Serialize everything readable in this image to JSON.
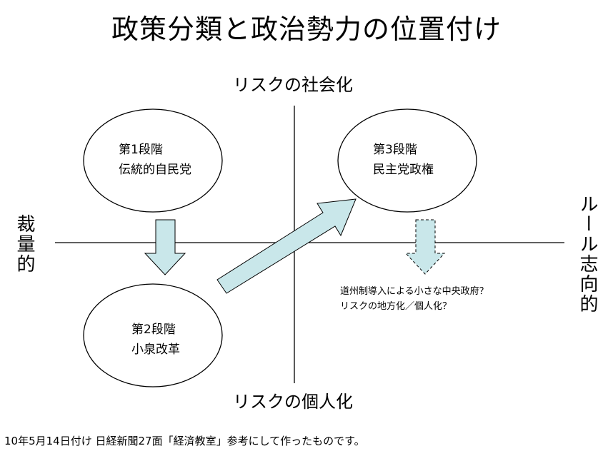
{
  "title": "政策分類と政治勢力の位置付け",
  "axes": {
    "top": "リスクの社会化",
    "bottom": "リスクの個人化",
    "left": "裁量的",
    "right": "ルール志向的"
  },
  "stages": {
    "stage1": {
      "step": "第1段階",
      "name": "伝統的自民党"
    },
    "stage2": {
      "step": "第2段階",
      "name": "小泉改革"
    },
    "stage3": {
      "step": "第3段階",
      "name": "民主党政権"
    }
  },
  "note": {
    "line1": "道州制導入による小さな中央政府？",
    "line2": "リスクの地方化／個人化？"
  },
  "footer": "10年5月14日付け 日経新聞27面「経済教室」参考にして作ったものです。",
  "colors": {
    "arrow_fill": "#c9e7ea",
    "arrow_stroke": "#000000",
    "line": "#000000"
  }
}
